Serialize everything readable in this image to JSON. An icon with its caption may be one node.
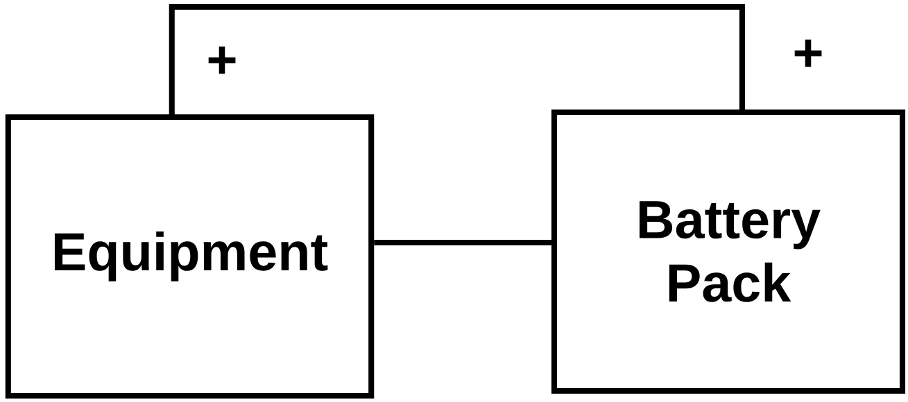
{
  "diagram": {
    "nodes": [
      {
        "text": [
          "Equipment"
        ]
      },
      {
        "text": [
          "Battery Pack"
        ]
      }
    ],
    "edges": [
      {
        "from": 0,
        "to": 1,
        "arrow": "none"
      },
      {
        "from": 0,
        "to": 1,
        "arrow": "none"
      }
    ],
    "labels": [
      "+",
      "+"
    ]
  }
}
